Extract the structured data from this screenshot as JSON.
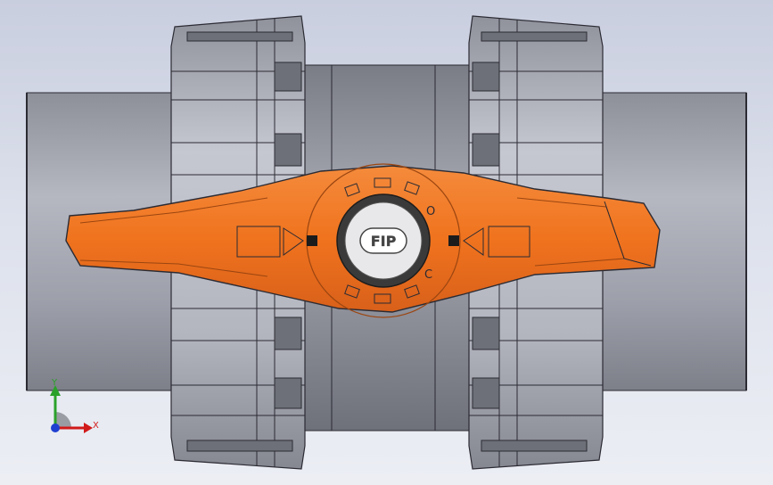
{
  "viewport": {
    "background_top": "#c9cedf",
    "background_bottom": "#eceef4"
  },
  "model": {
    "body_color": "#a9abb5",
    "nut_color": "#b7b9c3",
    "handle_color": "#f0731e",
    "handle_dark": "#c4571a",
    "hub_color": "#3a3a3a",
    "logo_text": "FIP",
    "handle_mark_o": "O",
    "handle_mark_c": "C"
  },
  "triad": {
    "x_label": "X",
    "y_label": "Y",
    "x_color": "#d11a1a",
    "y_color": "#2aa12a",
    "z_color": "#1f3fd1"
  }
}
